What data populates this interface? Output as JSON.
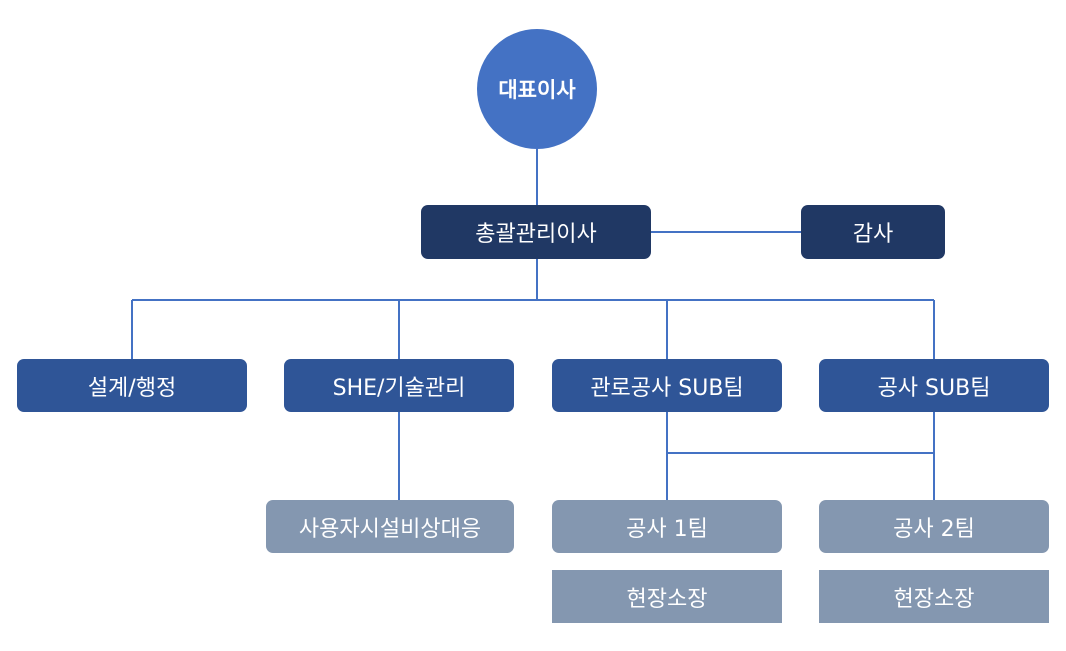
{
  "chart": {
    "ceo": "대표이사",
    "gm": "총괄관리이사",
    "audit": "감사",
    "departments": [
      "설계/행정",
      "SHE/기술관리",
      "관로공사 SUB팀",
      "공사 SUB팀"
    ],
    "she_sub": "사용자시설비상대응",
    "team1": "공사 1팀",
    "team2": "공사 2팀",
    "site_manager_1": "현장소장",
    "site_manager_2": "현장소장"
  },
  "colors": {
    "ceo": "#4472c4",
    "executive": "#203864",
    "department": "#2f5597",
    "team": "#8497b0",
    "line": "#4472c4"
  }
}
